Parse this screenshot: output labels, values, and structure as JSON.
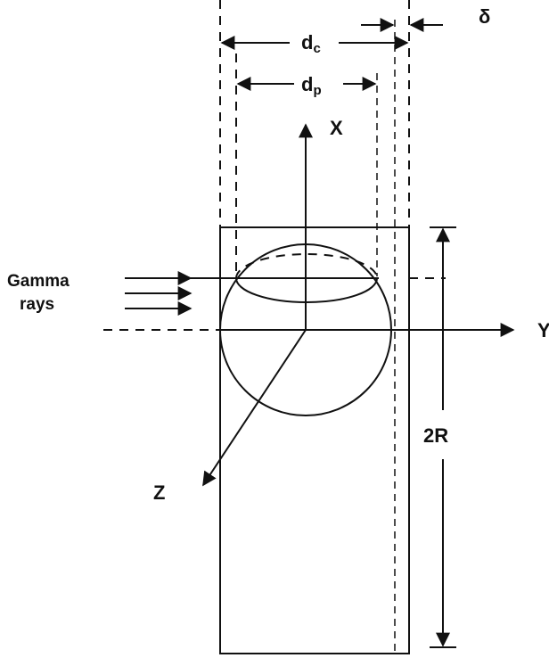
{
  "labels": {
    "dc_main": "d",
    "dc_sub": "c",
    "dp_main": "d",
    "dp_sub": "p",
    "delta": "δ",
    "x_axis": "X",
    "y_axis": "Y",
    "z_axis": "Z",
    "gamma_line1": "Gamma",
    "gamma_line2": "rays",
    "two_r": "2R"
  },
  "colors": {
    "ink": "#111111",
    "background": "#ffffff"
  }
}
